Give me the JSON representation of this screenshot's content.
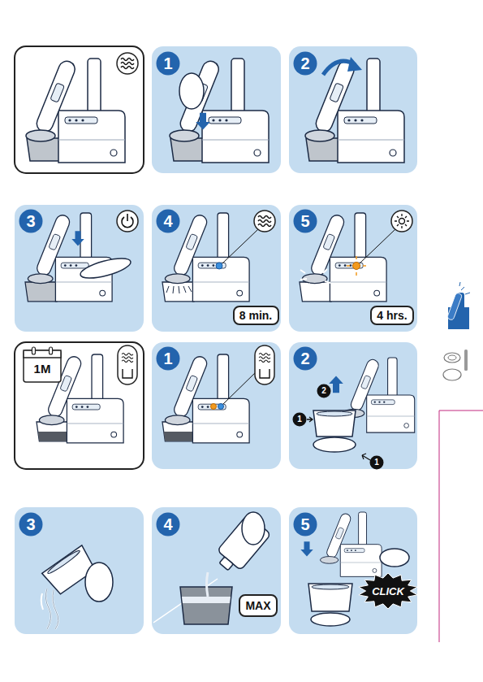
{
  "diagram": {
    "nodes": [
      {
        "text": [
          "1"
        ]
      },
      {
        "text": [
          "2"
        ]
      },
      {
        "text": [
          "3"
        ]
      },
      {
        "text": [
          "4"
        ]
      },
      {
        "text": [
          "8 min."
        ]
      },
      {
        "text": [
          "5"
        ]
      },
      {
        "text": [
          "4 hrs."
        ]
      },
      {
        "text": [
          "1M"
        ]
      },
      {
        "text": [
          "1"
        ]
      },
      {
        "text": [
          "2"
        ]
      },
      {
        "text": [
          "2"
        ]
      },
      {
        "text": [
          "1"
        ]
      },
      {
        "text": [
          "1"
        ]
      },
      {
        "text": [
          "3"
        ]
      },
      {
        "text": [
          "4"
        ]
      },
      {
        "text": [
          "MAX"
        ]
      },
      {
        "text": [
          "5"
        ]
      },
      {
        "text": [
          "CLICK"
        ]
      }
    ]
  }
}
